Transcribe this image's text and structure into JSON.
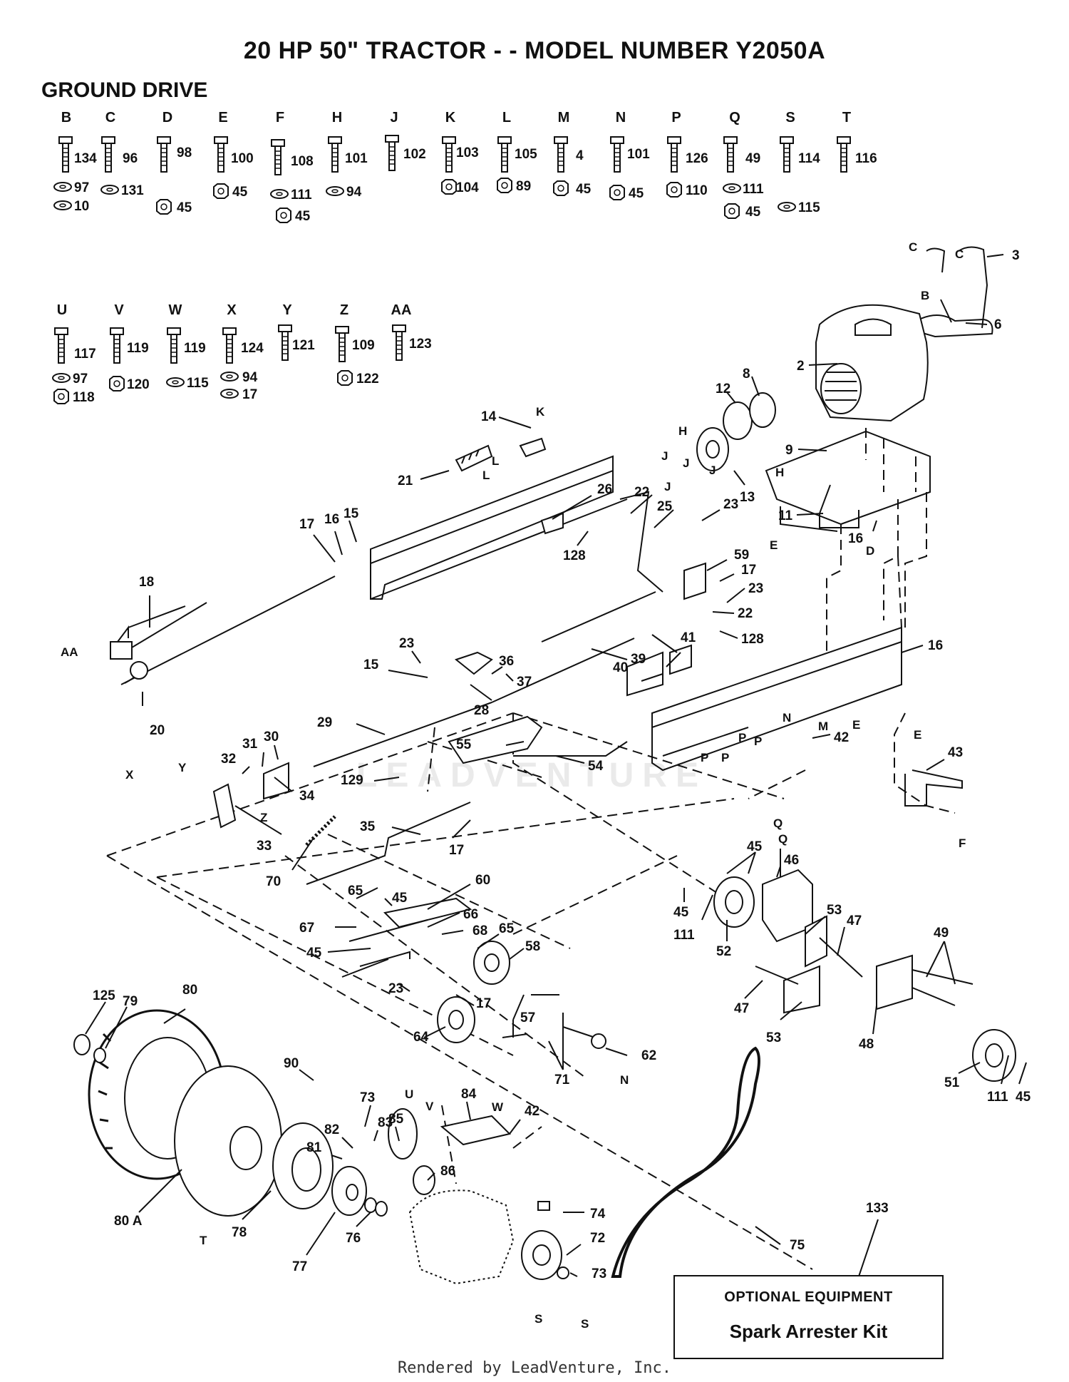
{
  "title": "20 HP 50\" TRACTOR - - MODEL NUMBER Y2050A",
  "section": "GROUND DRIVE",
  "hardware_row1": [
    {
      "letter": "B",
      "parts": [
        "134",
        "97",
        "10"
      ]
    },
    {
      "letter": "C",
      "parts": [
        "96",
        "131"
      ]
    },
    {
      "letter": "D",
      "parts": [
        "98",
        "45"
      ]
    },
    {
      "letter": "E",
      "parts": [
        "100",
        "45"
      ]
    },
    {
      "letter": "F",
      "parts": [
        "108",
        "111",
        "45"
      ]
    },
    {
      "letter": "H",
      "parts": [
        "101",
        "94"
      ]
    },
    {
      "letter": "J",
      "parts": [
        "102"
      ]
    },
    {
      "letter": "K",
      "parts": [
        "103",
        "104"
      ]
    },
    {
      "letter": "L",
      "parts": [
        "105",
        "89"
      ]
    },
    {
      "letter": "M",
      "parts": [
        "4",
        "45"
      ]
    },
    {
      "letter": "N",
      "parts": [
        "101",
        "45"
      ]
    },
    {
      "letter": "P",
      "parts": [
        "126",
        "110"
      ]
    },
    {
      "letter": "Q",
      "parts": [
        "49",
        "111",
        "45"
      ]
    },
    {
      "letter": "S",
      "parts": [
        "114",
        "115"
      ]
    },
    {
      "letter": "T",
      "parts": [
        "116"
      ]
    }
  ],
  "hardware_row2": [
    {
      "letter": "U",
      "parts": [
        "117",
        "97",
        "118"
      ]
    },
    {
      "letter": "V",
      "parts": [
        "119",
        "120"
      ]
    },
    {
      "letter": "W",
      "parts": [
        "119",
        "115"
      ]
    },
    {
      "letter": "X",
      "parts": [
        "124",
        "94",
        "17"
      ]
    },
    {
      "letter": "Y",
      "parts": [
        "121"
      ]
    },
    {
      "letter": "Z",
      "parts": [
        "109",
        "122"
      ]
    },
    {
      "letter": "AA",
      "parts": [
        "123"
      ]
    }
  ],
  "callouts": {
    "c1": "3",
    "c2": "6",
    "c3": "2",
    "c4": "8",
    "c5": "12",
    "c6": "9",
    "c7": "13",
    "c8": "11",
    "c9": "14",
    "c10": "21",
    "c11": "26",
    "c12": "22",
    "c13": "25",
    "c14": "23",
    "c15": "128",
    "c16": "59",
    "c17": "17",
    "c18": "23",
    "c19": "22",
    "c20": "128",
    "c21": "41",
    "c22": "39",
    "c23": "16",
    "c24": "16",
    "c25": "15",
    "c26": "16",
    "c27": "17",
    "c28": "18",
    "c29": "20",
    "c30": "23",
    "c31": "15",
    "c32": "36",
    "c33": "37",
    "c34": "28",
    "c35": "29",
    "c36": "40",
    "c37": "42",
    "c38": "55",
    "c39": "54",
    "c40": "30",
    "c41": "31",
    "c42": "32",
    "c43": "34",
    "c44": "33",
    "c45": "129",
    "c46": "35",
    "c47": "17",
    "c48": "70",
    "c49": "43",
    "c50": "45",
    "c51": "46",
    "c52": "45",
    "c53": "111",
    "c54": "53",
    "c55": "47",
    "c56": "52",
    "c57": "49",
    "c58": "65",
    "c59": "45",
    "c60": "60",
    "c61": "66",
    "c62": "67",
    "c63": "68",
    "c64": "45",
    "c65": "65",
    "c66": "58",
    "c67": "23",
    "c68": "17",
    "c69": "57",
    "c70": "64",
    "c71": "71",
    "c72": "62",
    "c73": "47",
    "c74": "53",
    "c75": "48",
    "c76": "51",
    "c77": "111",
    "c78": "45",
    "c79": "125",
    "c80": "79",
    "c81": "80",
    "c82": "90",
    "c83": "73",
    "c84": "82",
    "c85": "81",
    "c86": "83",
    "c87": "85",
    "c88": "84",
    "c89": "42",
    "c90": "86",
    "c91": "80 A",
    "c92": "78",
    "c93": "77",
    "c94": "76",
    "c95": "74",
    "c96": "72",
    "c97": "73",
    "c98": "75",
    "c99": "133"
  },
  "ref_letters": {
    "r1": "C",
    "r2": "C",
    "r3": "B",
    "r4": "H",
    "r5": "H",
    "r6": "J",
    "r7": "J",
    "r8": "J",
    "r9": "J",
    "r10": "K",
    "r11": "L",
    "r12": "L",
    "r13": "E",
    "r14": "D",
    "r15": "AA",
    "r16": "M",
    "r17": "E",
    "r18": "E",
    "r19": "N",
    "r20": "P",
    "r21": "P",
    "r22": "P",
    "r23": "P",
    "r24": "X",
    "r25": "Y",
    "r26": "Z",
    "r27": "Q",
    "r28": "Q",
    "r29": "F",
    "r30": "N",
    "r31": "U",
    "r32": "V",
    "r33": "W",
    "r34": "T",
    "r35": "S",
    "r36": "S"
  },
  "optional_equipment": {
    "heading": "OPTIONAL EQUIPMENT",
    "item": "Spark Arrester Kit"
  },
  "watermark": "LEADVENTURE",
  "footer": "Rendered by LeadVenture, Inc."
}
